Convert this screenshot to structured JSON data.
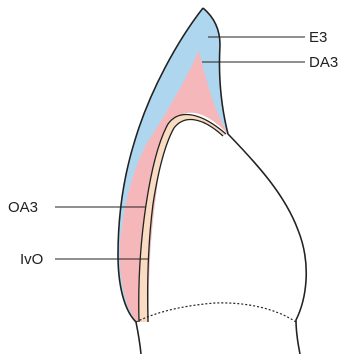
{
  "labels": {
    "e3": "E3",
    "da3": "DA3",
    "oa3": "OA3",
    "ivo": "IvO"
  },
  "colors": {
    "enamel": "#aed7ef",
    "dentin": "#f5b7b9",
    "opaque_layer": "#f9dcc2",
    "outline": "#222222",
    "background": "#ffffff"
  }
}
